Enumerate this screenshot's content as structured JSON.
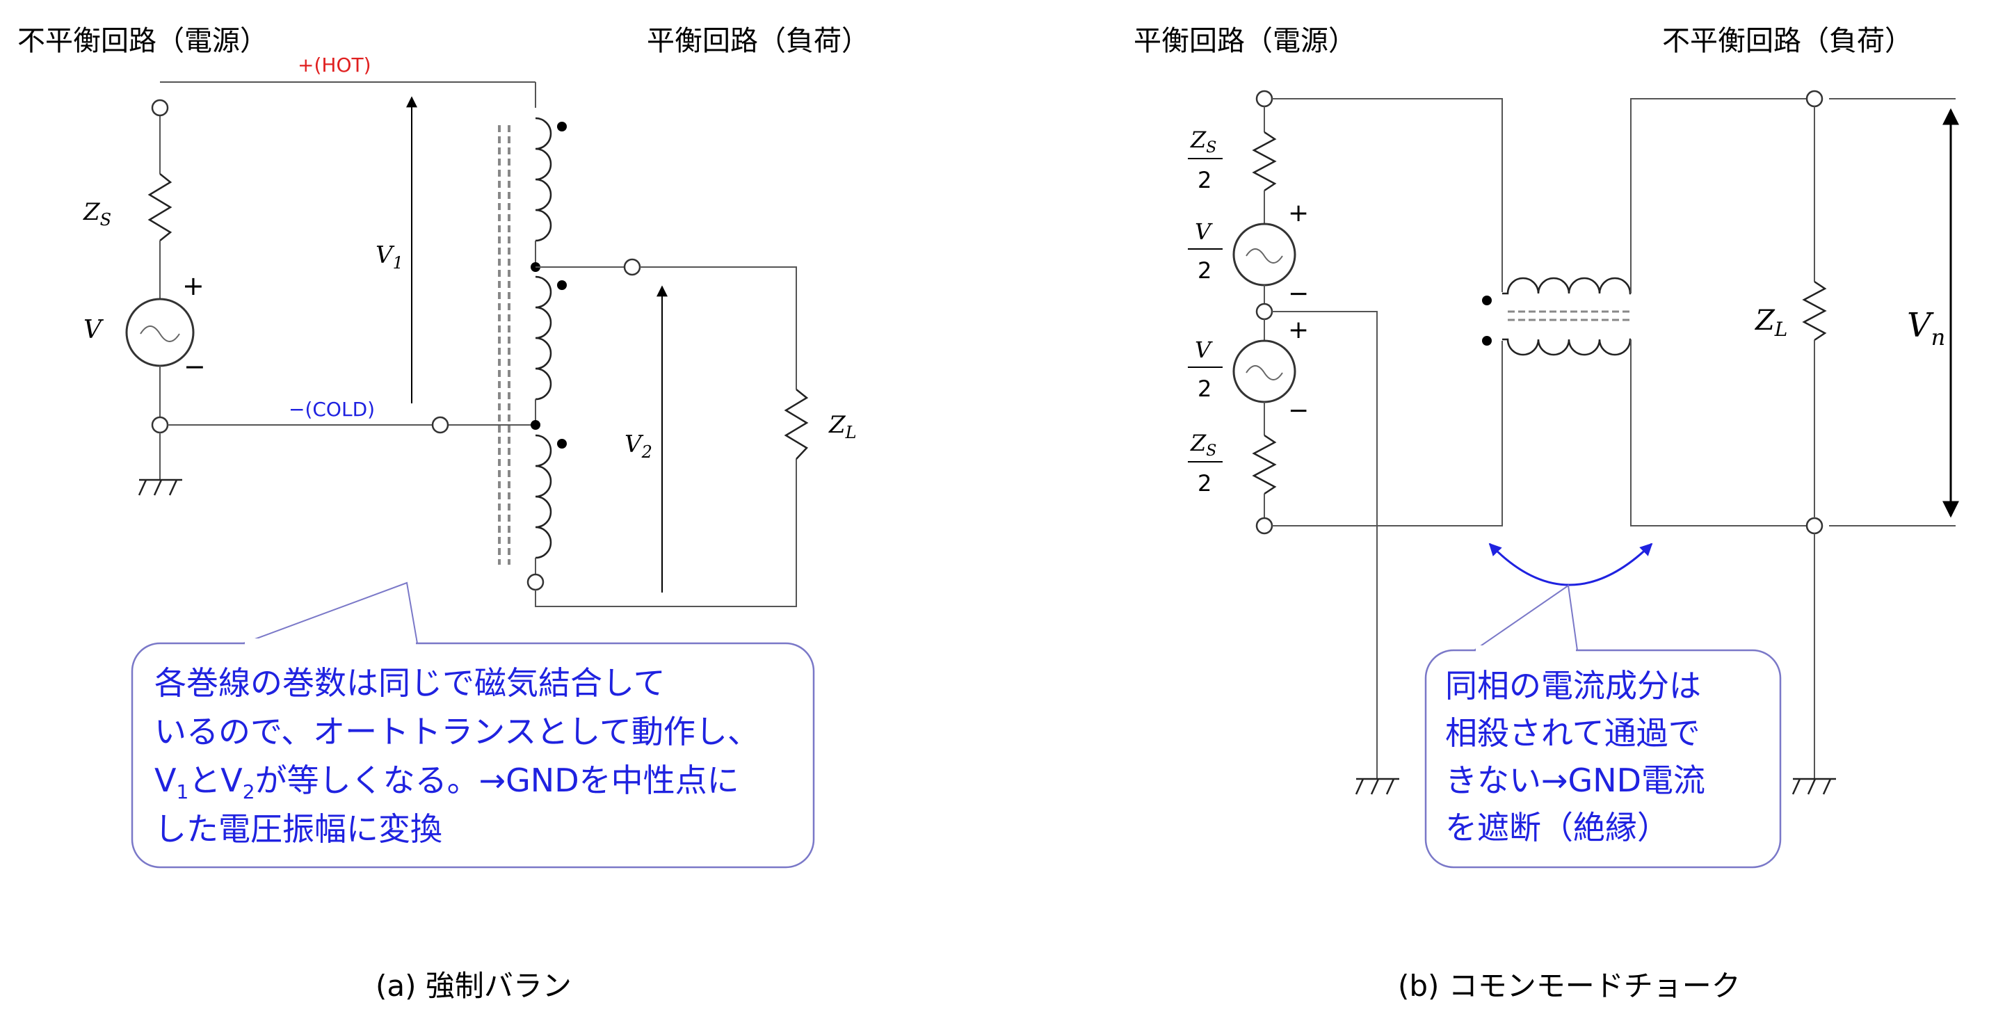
{
  "left": {
    "title_unbalanced": "不平衡回路（電源）",
    "title_balanced": "平衡回路（負荷）",
    "hot": "+(HOT)",
    "cold": "−(COLD)",
    "zs": "Z",
    "zs_sub": "S",
    "v": "V",
    "v1": "V",
    "v1_sub": "1",
    "v2": "V",
    "v2_sub": "2",
    "zl": "Z",
    "zl_sub": "L",
    "plus": "+",
    "minus": "−",
    "callout_line1": "各巻線の巻数は同じで磁気結合して",
    "callout_line2": "いるので、オートトランスとして動作し、",
    "callout_line3_a": "V",
    "callout_line3_sub1": "1",
    "callout_line3_b": "とV",
    "callout_line3_sub2": "2",
    "callout_line3_c": "が等しくなる。→GNDを中性点に",
    "callout_line4": "した電圧振幅に変換",
    "caption": "(a) 強制バラン"
  },
  "right": {
    "title_balanced": "平衡回路（電源）",
    "title_unbalanced": "不平衡回路（負荷）",
    "zs": "Z",
    "zs_sub": "S",
    "two": "2",
    "v": "V",
    "zl": "Z",
    "zl_sub": "L",
    "vn": "V",
    "vn_sub": "n",
    "plus": "+",
    "minus": "−",
    "callout_line1": "同相の電流成分は",
    "callout_line2": "相殺されて通過で",
    "callout_line3": "きない→GND電流",
    "callout_line4": "を遮断（絶縁）",
    "caption": "(b) コモンモードチョーク"
  },
  "colors": {
    "hot": "#e02020",
    "cold": "#1f22e0",
    "callout_text": "#1f22e0",
    "callout_border": "#7a78c8",
    "wire": "#555555",
    "core": "#888888"
  }
}
